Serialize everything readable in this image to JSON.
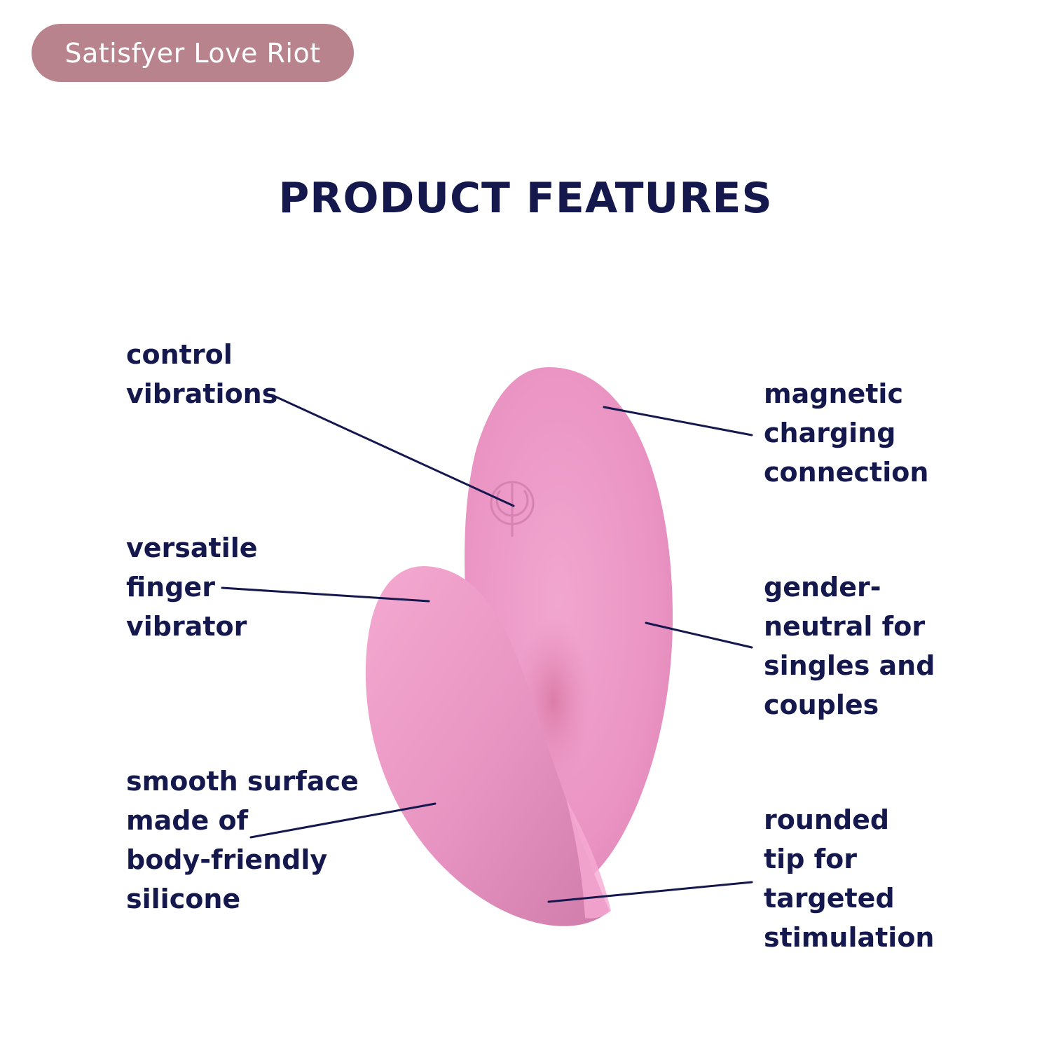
{
  "brand": {
    "label": "Satisfyer Love Riot"
  },
  "title": "PRODUCT FEATURES",
  "colors": {
    "pill": "#b9838d",
    "navy": "#14184d",
    "product_pink": "#ec98c6",
    "product_pink_shadow": "#d27fae"
  },
  "callouts": {
    "control": [
      "control",
      "vibrations"
    ],
    "finger": [
      "versatile",
      "finger",
      "vibrator"
    ],
    "surface": [
      "smooth surface",
      "made of",
      "body-friendly",
      "silicone"
    ],
    "magnetic": [
      "magnetic",
      "charging",
      "connection"
    ],
    "gender": [
      "gender-",
      "neutral for",
      "singles and",
      "couples"
    ],
    "tip": [
      "rounded",
      "tip for",
      "targeted",
      "stimulation"
    ]
  }
}
